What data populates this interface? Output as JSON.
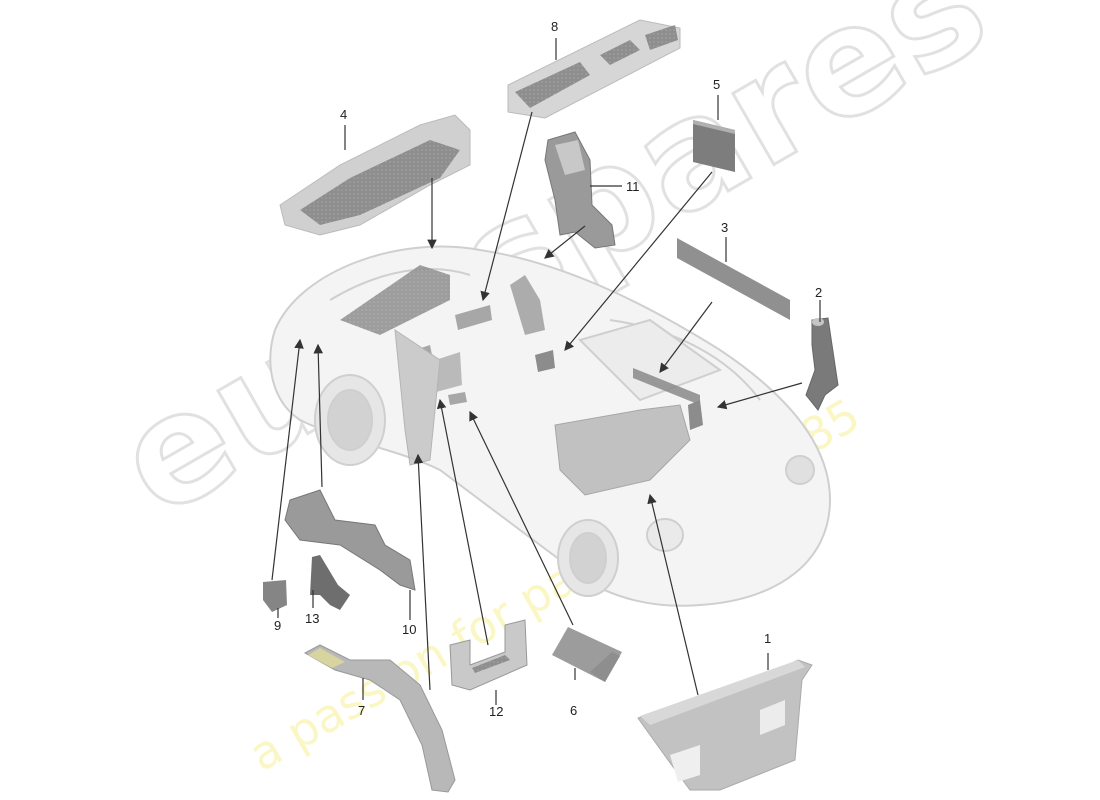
{
  "diagram": {
    "type": "exploded-parts-diagram",
    "subject": "vehicle body sound insulation / foam parts",
    "callouts": [
      {
        "id": "1",
        "label": "1"
      },
      {
        "id": "2",
        "label": "2"
      },
      {
        "id": "3",
        "label": "3"
      },
      {
        "id": "4",
        "label": "4"
      },
      {
        "id": "5",
        "label": "5"
      },
      {
        "id": "6",
        "label": "6"
      },
      {
        "id": "7",
        "label": "7"
      },
      {
        "id": "8",
        "label": "8"
      },
      {
        "id": "9",
        "label": "9"
      },
      {
        "id": "10",
        "label": "10"
      },
      {
        "id": "11",
        "label": "11"
      },
      {
        "id": "12",
        "label": "12"
      },
      {
        "id": "13",
        "label": "13"
      }
    ]
  },
  "watermark": {
    "brand": "eurospares",
    "tagline": "a passion for parts since 1985"
  },
  "colors": {
    "part_light": "#d4d4d4",
    "part_dark": "#8a8a8a",
    "car_outline": "#c8c8c8",
    "leader_line": "#333333",
    "watermark_text": "#f2ee9a"
  }
}
